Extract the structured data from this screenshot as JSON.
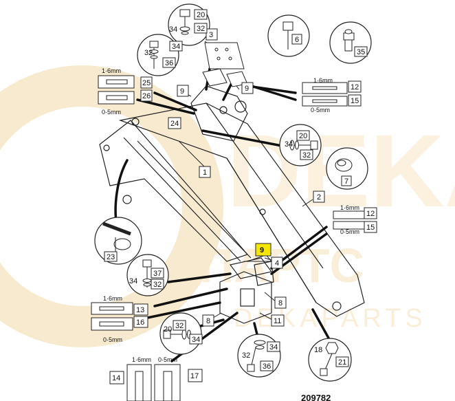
{
  "diagram": {
    "doc_number": "209782",
    "watermark": {
      "line1": "DEKA",
      "line2": "ПАРТС",
      "line3": "DEKAPARTS",
      "color": "#f3d9a8"
    },
    "highlight_color": "#f5e600",
    "callouts": {
      "c1": "1",
      "c2": "2",
      "c3": "3",
      "c4": "4",
      "c6": "6",
      "c7": "7",
      "c8a": "8",
      "c8b": "8",
      "c9a": "9",
      "c9b": "9",
      "c9hl": "9",
      "c11": "11",
      "c12a": "12",
      "c12b": "12",
      "c13": "13",
      "c14": "14",
      "c15a": "15",
      "c15b": "15",
      "c16": "16",
      "c17": "17",
      "c18": "18",
      "c20a": "20",
      "c20b": "20",
      "c20c": "20",
      "c21": "21",
      "c23": "23",
      "c24": "24",
      "c25": "25",
      "c26": "26",
      "c32a": "32",
      "c32b": "32",
      "c32c": "32",
      "c32d": "32",
      "c32e": "32",
      "c32f": "32",
      "c34a": "34",
      "c34b": "34",
      "c34c": "34",
      "c34d": "34",
      "c34e": "34",
      "c34f": "34",
      "c35": "35",
      "c36a": "36",
      "c36b": "36",
      "c37": "37"
    },
    "shim_labels": {
      "tl_thick": "1·6mm",
      "tl_thin": "0·5mm",
      "tr_thick": "1·6mm",
      "tr_thin": "0·5mm",
      "mr_thick": "1·6mm",
      "mr_thin": "0·5mm",
      "ml_thick": "1·6mm",
      "ml_thin": "0·5mm",
      "bl_thick": "1·6mm",
      "bl_thin": "0·5mm"
    }
  }
}
